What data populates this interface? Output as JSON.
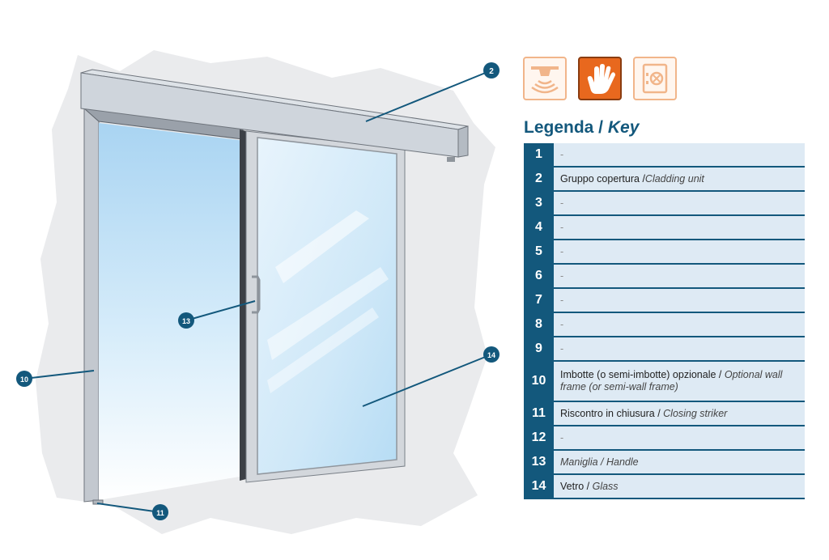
{
  "callouts": {
    "c2": "2",
    "c10": "10",
    "c11": "11",
    "c13": "13",
    "c14": "14"
  },
  "icons": [
    "sensor-icon",
    "hand-icon",
    "safe-icon"
  ],
  "colors": {
    "accent_orange": "#e8681e",
    "navy": "#13587c",
    "row_bg": "#deeaf4"
  },
  "legend": {
    "title_it": "Legenda / ",
    "title_en": "Key",
    "rows": [
      {
        "num": "1",
        "it": "-",
        "en": ""
      },
      {
        "num": "2",
        "it": "Gruppo copertura /",
        "en": "Cladding unit"
      },
      {
        "num": "3",
        "it": "-",
        "en": ""
      },
      {
        "num": "4",
        "it": "-",
        "en": ""
      },
      {
        "num": "5",
        "it": "-",
        "en": ""
      },
      {
        "num": "6",
        "it": "-",
        "en": ""
      },
      {
        "num": "7",
        "it": "-",
        "en": ""
      },
      {
        "num": "8",
        "it": "-",
        "en": ""
      },
      {
        "num": "9",
        "it": "-",
        "en": ""
      },
      {
        "num": "10",
        "it": "Imbotte (o semi-imbotte) opzionale / ",
        "en": "Optional wall frame (or semi-wall frame)"
      },
      {
        "num": "11",
        "it": "Riscontro in chiusura / ",
        "en": "Closing striker"
      },
      {
        "num": "12",
        "it": "-",
        "en": ""
      },
      {
        "num": "13",
        "it": "",
        "en": "Maniglia / Handle"
      },
      {
        "num": "14",
        "it": "Vetro / ",
        "en": "Glass"
      }
    ]
  }
}
